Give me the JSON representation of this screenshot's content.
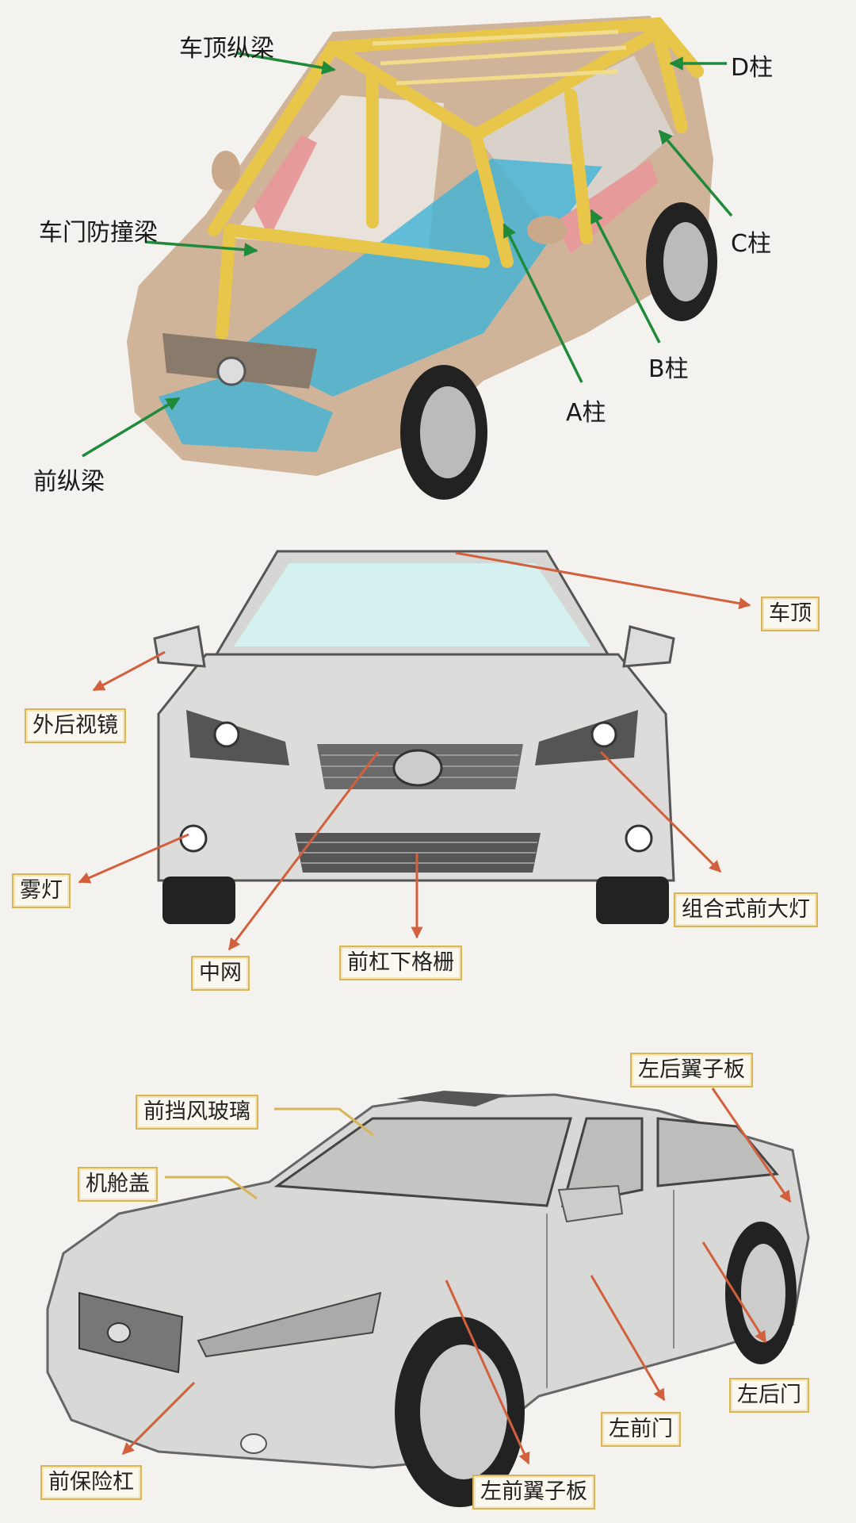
{
  "structure_diagram": {
    "labels": {
      "roof_rail": "车顶纵梁",
      "d_pillar": "D柱",
      "door_beam": "车门防撞梁",
      "c_pillar": "C柱",
      "b_pillar": "B柱",
      "a_pillar": "A柱",
      "front_rail": "前纵梁"
    },
    "arrow_color": "#1f8a3a",
    "colors": {
      "frame_yellow": "#e8c64a",
      "frame_pink": "#e79a9a",
      "frame_blue": "#3fb3d6",
      "body_tan": "#c9a98a"
    }
  },
  "front_view": {
    "labels": {
      "roof": "车顶",
      "mirror": "外后视镜",
      "fog_lamp": "雾灯",
      "headlamp": "组合式前大灯",
      "grille": "中网",
      "lower_grille": "前杠下格栅"
    },
    "arrow_color": "#d2603d"
  },
  "side_view": {
    "labels": {
      "rear_fender": "左后翼子板",
      "windshield": "前挡风玻璃",
      "hood": "机舱盖",
      "rear_door": "左后门",
      "front_door": "左前门",
      "front_bumper": "前保险杠",
      "front_fender": "左前翼子板"
    },
    "arrow_color": "#d2603d",
    "label_border_color": "#d9b55a"
  }
}
